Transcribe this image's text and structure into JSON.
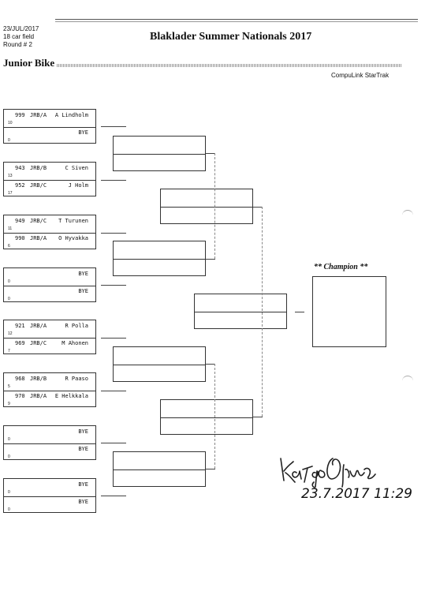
{
  "header": {
    "date": "23/JUL/2017",
    "field": "18 car field",
    "round": "Round # 2",
    "title": "Blaklader Summer Nationals 2017",
    "section": "Junior Bike",
    "brand": "CompuLink StarTrak"
  },
  "pairs": [
    {
      "top": {
        "seed": "10",
        "num": "999",
        "cls": "JRB/A",
        "name": "A Lindholm"
      },
      "bottom": {
        "seed": "0",
        "num": "",
        "cls": "",
        "name": "BYE"
      }
    },
    {
      "top": {
        "seed": "13",
        "num": "943",
        "cls": "JRB/B",
        "name": "C Siven"
      },
      "bottom": {
        "seed": "17",
        "num": "952",
        "cls": "JRB/C",
        "name": "J Holm"
      }
    },
    {
      "top": {
        "seed": "11",
        "num": "949",
        "cls": "JRB/C",
        "name": "T Turunen"
      },
      "bottom": {
        "seed": "6",
        "num": "990",
        "cls": "JRB/A",
        "name": "O Hyvakka"
      }
    },
    {
      "top": {
        "seed": "0",
        "num": "",
        "cls": "",
        "name": "BYE"
      },
      "bottom": {
        "seed": "0",
        "num": "",
        "cls": "",
        "name": "BYE"
      }
    },
    {
      "top": {
        "seed": "12",
        "num": "921",
        "cls": "JRB/A",
        "name": "R Polla"
      },
      "bottom": {
        "seed": "7",
        "num": "969",
        "cls": "JRB/C",
        "name": "M Ahonen"
      }
    },
    {
      "top": {
        "seed": "5",
        "num": "968",
        "cls": "JRB/B",
        "name": "R Paaso"
      },
      "bottom": {
        "seed": "9",
        "num": "970",
        "cls": "JRB/A",
        "name": "E Helkkala"
      }
    },
    {
      "top": {
        "seed": "0",
        "num": "",
        "cls": "",
        "name": "BYE"
      },
      "bottom": {
        "seed": "0",
        "num": "",
        "cls": "",
        "name": "BYE"
      }
    },
    {
      "top": {
        "seed": "0",
        "num": "",
        "cls": "",
        "name": "BYE"
      },
      "bottom": {
        "seed": "0",
        "num": "",
        "cls": "",
        "name": "BYE"
      }
    }
  ],
  "champion": {
    "label": "** Champion **"
  },
  "signature": {
    "date": "23.7.2017",
    "time": "11:29"
  }
}
